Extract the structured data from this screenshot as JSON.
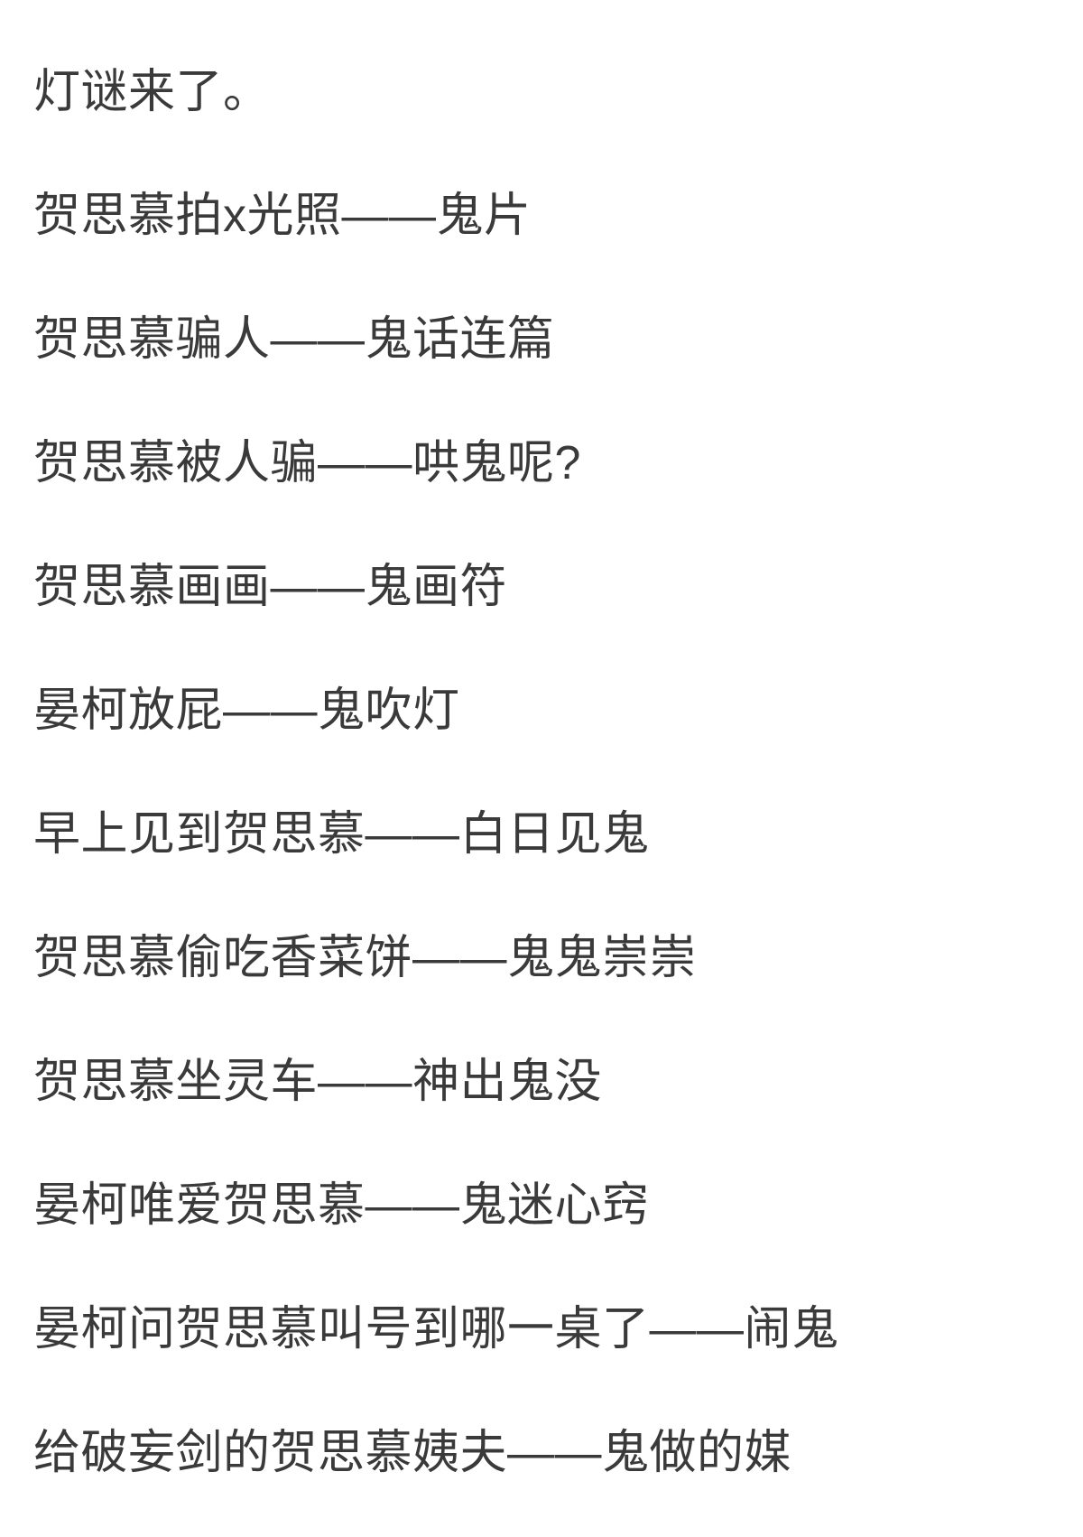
{
  "document": {
    "background_color": "#ffffff",
    "text_color": "#3a3a3a",
    "intro": "灯谜来了。",
    "lines": [
      "灯谜来了。",
      "贺思慕拍x光照——鬼片",
      "贺思慕骗人——鬼话连篇",
      "贺思慕被人骗——哄鬼呢?",
      "贺思慕画画——鬼画符",
      "晏柯放屁——鬼吹灯",
      "早上见到贺思慕——白日见鬼",
      "贺思慕偷吃香菜饼——鬼鬼崇崇",
      "贺思慕坐灵车——神出鬼没",
      "晏柯唯爱贺思慕——鬼迷心窍",
      "晏柯问贺思慕叫号到哪一桌了——闹鬼",
      "给破妄剑的贺思慕姨夫——鬼做的媒"
    ],
    "riddles": [
      {
        "setup": "贺思慕拍x光照",
        "separator": "——",
        "answer": "鬼片"
      },
      {
        "setup": "贺思慕骗人",
        "separator": "——",
        "answer": "鬼话连篇"
      },
      {
        "setup": "贺思慕被人骗",
        "separator": "——",
        "answer": "哄鬼呢?"
      },
      {
        "setup": "贺思慕画画",
        "separator": "——",
        "answer": "鬼画符"
      },
      {
        "setup": "晏柯放屁",
        "separator": "——",
        "answer": "鬼吹灯"
      },
      {
        "setup": "早上见到贺思慕",
        "separator": "——",
        "answer": "白日见鬼"
      },
      {
        "setup": "贺思慕偷吃香菜饼",
        "separator": "——",
        "answer": "鬼鬼崇崇"
      },
      {
        "setup": "贺思慕坐灵车",
        "separator": "——",
        "answer": "神出鬼没"
      },
      {
        "setup": "晏柯唯爱贺思慕",
        "separator": "——",
        "answer": "鬼迷心窍"
      },
      {
        "setup": "晏柯问贺思慕叫号到哪一桌了",
        "separator": "——",
        "answer": "闹鬼"
      },
      {
        "setup": "给破妄剑的贺思慕姨夫",
        "separator": "——",
        "answer": "鬼做的媒"
      }
    ]
  }
}
